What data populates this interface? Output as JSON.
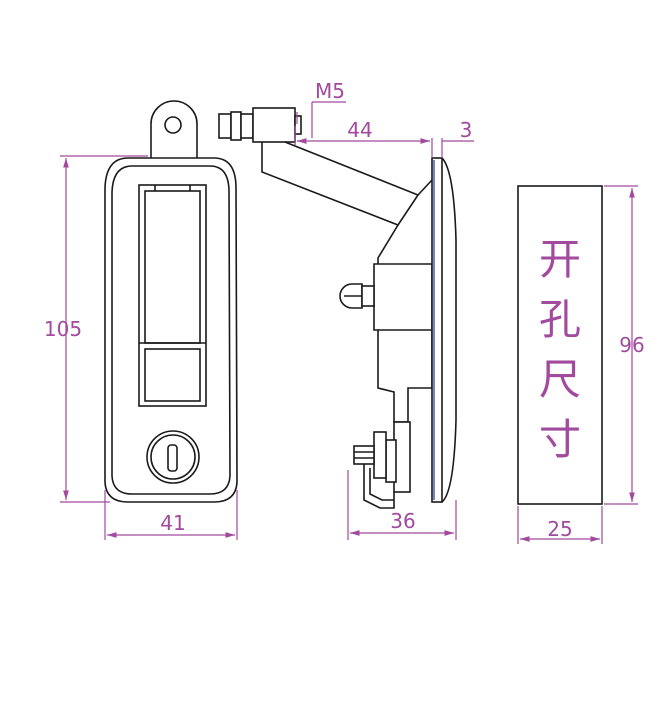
{
  "dimensions": {
    "front_width": "41",
    "front_height": "105",
    "side_depth": "36",
    "handle_reach": "44",
    "panel_thickness": "3",
    "thread": "M5",
    "cutout_width": "25",
    "cutout_height": "96"
  },
  "cutout_label": [
    "开",
    "孔",
    "尺",
    "寸"
  ],
  "colors": {
    "outline": "#1a1a1a",
    "dimension": "#a14a9e",
    "panel_edge": "#3b4fa0"
  }
}
